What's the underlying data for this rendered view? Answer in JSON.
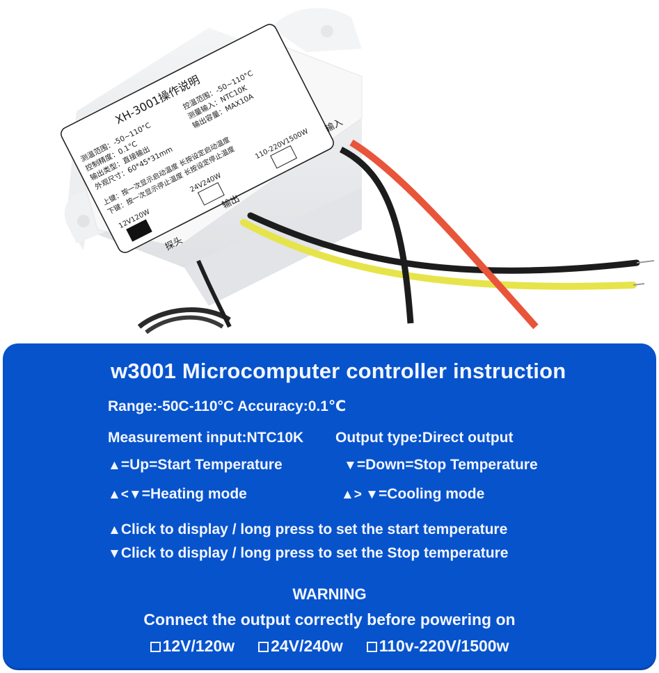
{
  "product_photo": {
    "device": "XH-3001 thermostat controller",
    "label": {
      "title": "XH-3001操作说明",
      "specs_left": [
        "测温范围：-50~110°C",
        "控制精度：0.1°C",
        "输出类型：直接输出",
        "外观尺寸：60*45*31mm"
      ],
      "specs_right": [
        "控温范围：-50~110°C",
        "测量输入：NTC10K",
        "输出容量：MAX10A"
      ],
      "keys": [
        "上键：按一次显示启动温度  长按设定启动温度",
        "下键：按一次显示停止温度  长按设定停止温度"
      ],
      "voltage_boxes": [
        {
          "label": "12V120W",
          "checked": true
        },
        {
          "label": "24V240W",
          "checked": false
        },
        {
          "label": "110-220V1500W",
          "checked": false
        }
      ],
      "port_labels": {
        "probe": "探头",
        "output": "输出",
        "input": "输入"
      }
    },
    "wire_colors": {
      "red": "#e8553a",
      "black": "#1c1c1c",
      "yellow": "#e6e44a"
    }
  },
  "instruction_panel": {
    "background_color": "#0753cc",
    "title": "w3001 Microcomputer controller instruction",
    "range": "Range:-50C-110°C Accuracy:0.1℃",
    "rows": [
      {
        "left": "Measurement input:NTC10K",
        "right": "Output type:Direct output"
      },
      {
        "left_icon": "▲",
        "left": "=Up=Start Temperature",
        "right_icon": "▼",
        "right": "=Down=Stop Temperature"
      },
      {
        "left_icon": "▲<▼",
        "left": "=Heating mode",
        "right_icon": "▲> ▼",
        "right": "=Cooling mode"
      }
    ],
    "press_lines": [
      {
        "icon": "▲",
        "text": "Click to display / long press to set the start temperature"
      },
      {
        "icon": "▼",
        "text": "Click to display / long press to set the Stop temperature"
      }
    ],
    "warning": {
      "title": "WARNING",
      "text": "Connect the output correctly before powering on",
      "options": [
        "12V/120w",
        "24V/240w",
        "110v-220V/1500w"
      ]
    }
  }
}
